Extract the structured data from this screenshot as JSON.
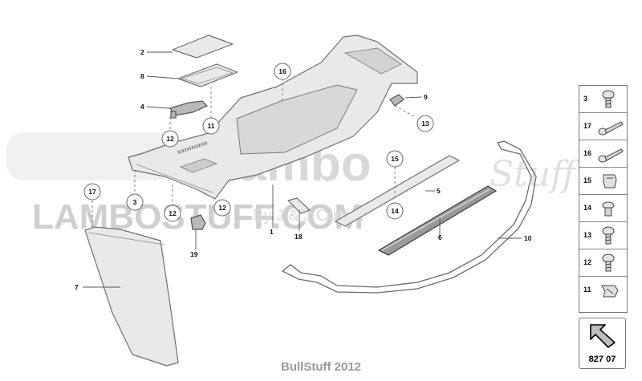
{
  "watermark": {
    "logo_word_a": "lambo",
    "logo_script": "Stuff",
    "overlay_word": "LAMBOSTUFF.COM",
    "byline": "By J & J Cunha"
  },
  "callouts": {
    "c2": "2",
    "c8": "8",
    "c4": "4",
    "c16": "16",
    "c11": "11",
    "c12a": "12",
    "c12b": "12",
    "c12c": "12",
    "c9": "9",
    "c13": "13",
    "c3": "3",
    "c17": "17",
    "c15": "15",
    "c14": "14",
    "c5": "5",
    "c6": "6",
    "c1": "1",
    "c18": "18",
    "c19": "19",
    "c7": "7",
    "c10": "10"
  },
  "fasteners": [
    {
      "num": "3",
      "icon": "screw-icon"
    },
    {
      "num": "17",
      "icon": "long-bolt-icon"
    },
    {
      "num": "16",
      "icon": "long-bolt-icon"
    },
    {
      "num": "15",
      "icon": "clip-nut-icon"
    },
    {
      "num": "14",
      "icon": "rivet-icon"
    },
    {
      "num": "13",
      "icon": "screw-icon"
    },
    {
      "num": "12",
      "icon": "screw-icon"
    },
    {
      "num": "11",
      "icon": "clip-icon"
    }
  ],
  "page_nav": {
    "code": "827 07",
    "icon": "arrow-icon"
  },
  "footer": "BullStuff 2012"
}
